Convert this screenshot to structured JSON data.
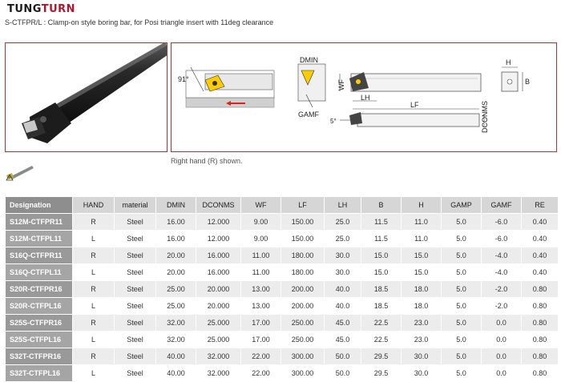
{
  "brand": {
    "part1": "TUNG",
    "part2": "TURN"
  },
  "subtitle": "S-CTFPR/L : Clamp-on style boring bar, for Posi triangle insert with 11deg clearance",
  "caption": "Right hand (R) shown.",
  "diagram_labels": {
    "angle": "91°",
    "dmin": "DMIN",
    "gamf": "GAMF",
    "wf": "WF",
    "lh": "LH",
    "lf": "LF",
    "dconms": "DCONMS",
    "h": "H",
    "b": "B",
    "five_deg": "5°"
  },
  "table": {
    "headers": [
      "Designation",
      "HAND",
      "material",
      "DMIN",
      "DCONMS",
      "WF",
      "LF",
      "LH",
      "B",
      "H",
      "GAMP",
      "GAMF",
      "RE"
    ],
    "rows": [
      [
        "S12M-CTFPR11",
        "R",
        "Steel",
        "16.00",
        "12.000",
        "9.00",
        "150.00",
        "25.0",
        "11.5",
        "11.0",
        "5.0",
        "-6.0",
        "0.40"
      ],
      [
        "S12M-CTFPL11",
        "L",
        "Steel",
        "16.00",
        "12.000",
        "9.00",
        "150.00",
        "25.0",
        "11.5",
        "11.0",
        "5.0",
        "-6.0",
        "0.40"
      ],
      [
        "S16Q-CTFPR11",
        "R",
        "Steel",
        "20.00",
        "16.000",
        "11.00",
        "180.00",
        "30.0",
        "15.0",
        "15.0",
        "5.0",
        "-4.0",
        "0.40"
      ],
      [
        "S16Q-CTFPL11",
        "L",
        "Steel",
        "20.00",
        "16.000",
        "11.00",
        "180.00",
        "30.0",
        "15.0",
        "15.0",
        "5.0",
        "-4.0",
        "0.40"
      ],
      [
        "S20R-CTFPR16",
        "R",
        "Steel",
        "25.00",
        "20.000",
        "13.00",
        "200.00",
        "40.0",
        "18.5",
        "18.0",
        "5.0",
        "-2.0",
        "0.80"
      ],
      [
        "S20R-CTFPL16",
        "L",
        "Steel",
        "25.00",
        "20.000",
        "13.00",
        "200.00",
        "40.0",
        "18.5",
        "18.0",
        "5.0",
        "-2.0",
        "0.80"
      ],
      [
        "S25S-CTFPR16",
        "R",
        "Steel",
        "32.00",
        "25.000",
        "17.00",
        "250.00",
        "45.0",
        "22.5",
        "23.0",
        "5.0",
        "0.0",
        "0.80"
      ],
      [
        "S25S-CTFPL16",
        "L",
        "Steel",
        "32.00",
        "25.000",
        "17.00",
        "250.00",
        "45.0",
        "22.5",
        "23.0",
        "5.0",
        "0.0",
        "0.80"
      ],
      [
        "S32T-CTFPR16",
        "R",
        "Steel",
        "40.00",
        "32.000",
        "22.00",
        "300.00",
        "50.0",
        "29.5",
        "30.0",
        "5.0",
        "0.0",
        "0.80"
      ],
      [
        "S32T-CTFPL16",
        "L",
        "Steel",
        "40.00",
        "32.000",
        "22.00",
        "300.00",
        "50.0",
        "29.5",
        "30.0",
        "5.0",
        "0.0",
        "0.80"
      ]
    ]
  }
}
